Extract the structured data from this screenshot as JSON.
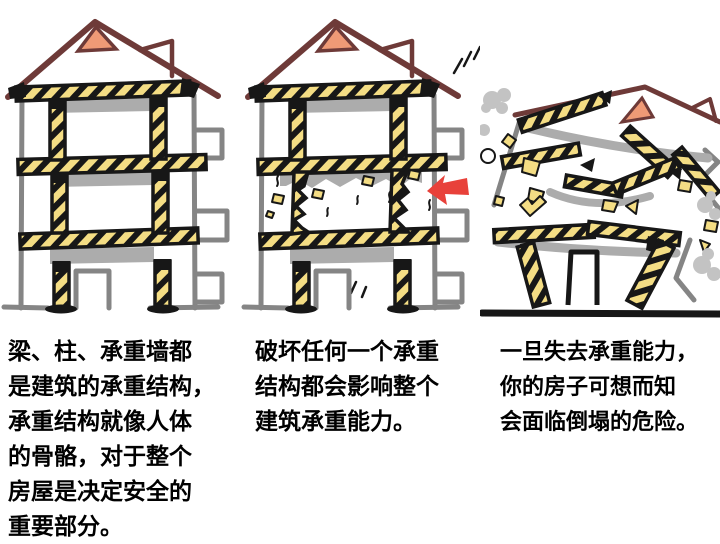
{
  "palette": {
    "roof": "#6e3a38",
    "attic": "#ef9a76",
    "yellow": "#f4dd84",
    "wall-gray": "#acacac",
    "line-gray": "#858585",
    "ink": "#171717",
    "arrow-red": "#e8413a",
    "dust-gray": "#c3c3c3",
    "text": "#000000",
    "bg": "#ffffff"
  },
  "panels": [
    {
      "name": "intact-building",
      "caption": "梁、柱、承重墙都\n是建筑的承重结构，\n承重结构就像人体\n的骨骼，对于整个\n房屋是决定安全的\n重要部分。"
    },
    {
      "name": "damaged-structure",
      "caption": "破坏任何一个承重\n结构都会影响整个\n建筑承重能力。"
    },
    {
      "name": "collapsing-building",
      "caption": "一旦失去承重能力，\n你的房子可想而知\n会面临倒塌的危险。"
    }
  ]
}
